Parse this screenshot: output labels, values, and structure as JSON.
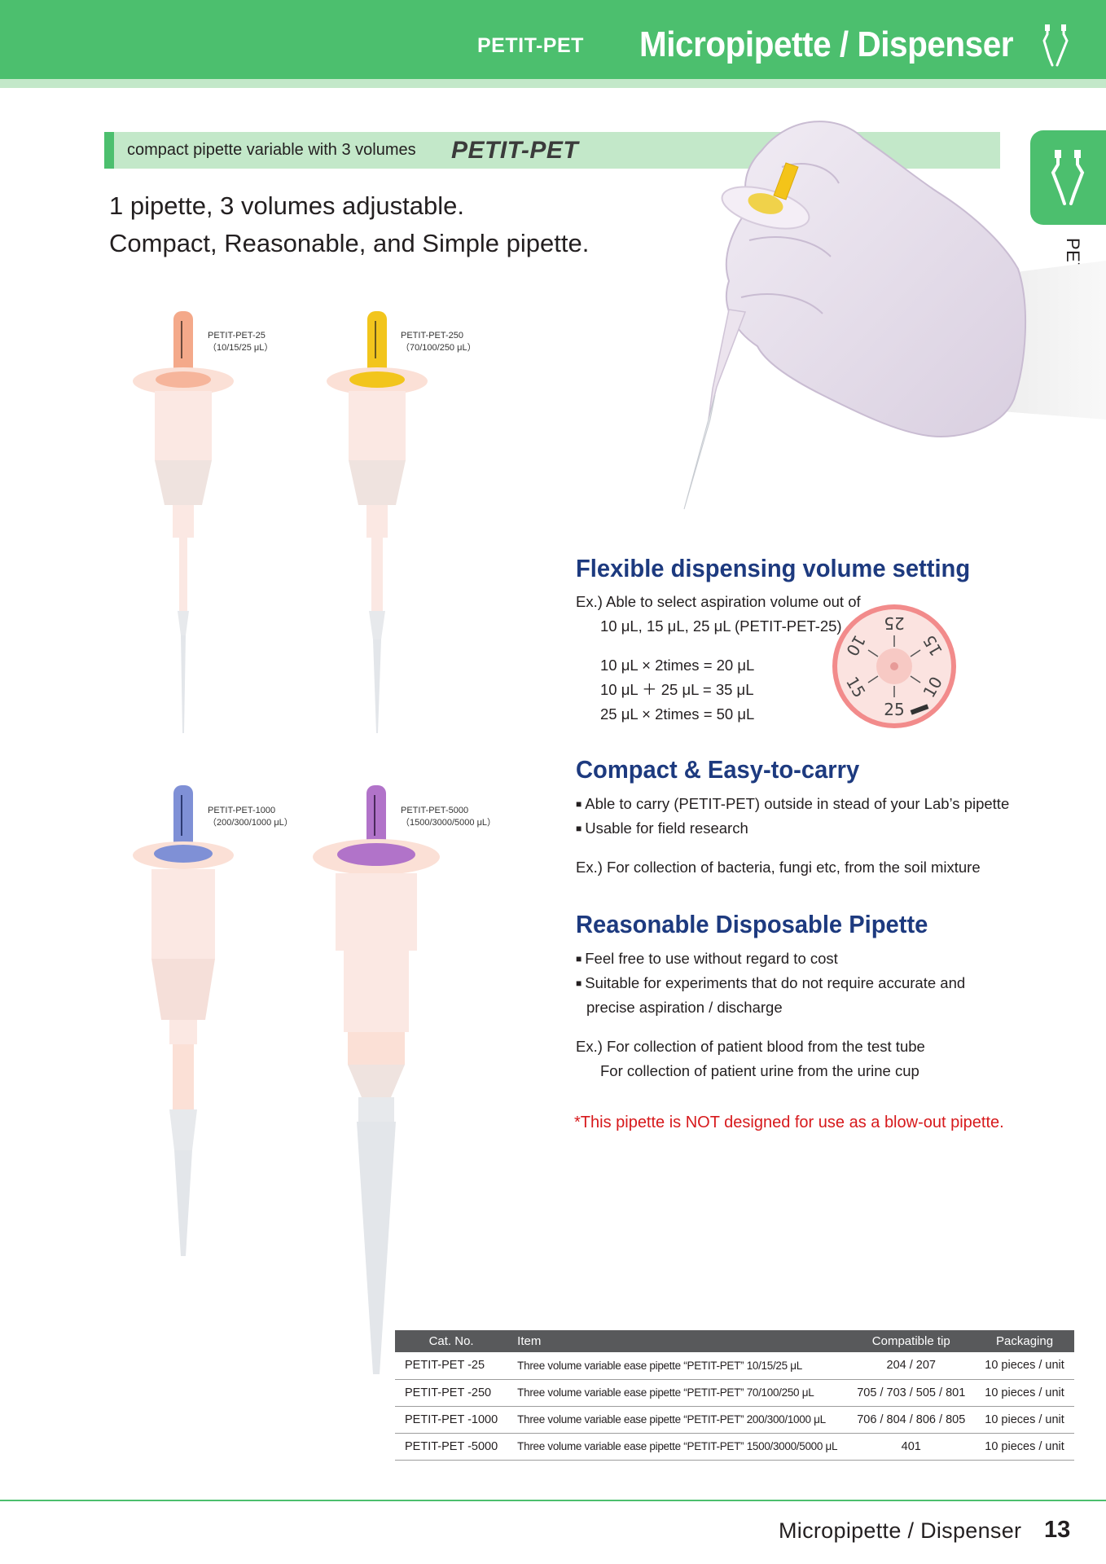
{
  "header": {
    "subtitle": "PETIT-PET",
    "title": "Micropipette / Dispenser",
    "icon": "pipette-icon",
    "bar_color": "#4cbf6e"
  },
  "side_tab": {
    "icon": "pipette-icon",
    "label": "PETIT-PET"
  },
  "intro": {
    "banner_text": "compact pipette variable with 3 volumes",
    "banner_name": "PETIT-PET",
    "headline_1": "1 pipette, 3 volumes adjustable.",
    "headline_2": "Compact, Reasonable, and Simple pipette."
  },
  "products": [
    {
      "name": "PETIT-PET-25",
      "volumes": "（10/15/25 μL）",
      "color": "#f4a98a"
    },
    {
      "name": "PETIT-PET-250",
      "volumes": "（70/100/250 μL）",
      "color": "#f2c51c"
    },
    {
      "name": "PETIT-PET-1000",
      "volumes": "（200/300/1000 μL）",
      "color": "#7f90d6"
    },
    {
      "name": "PETIT-PET-5000",
      "volumes": "（1500/3000/5000 μL）",
      "color": "#b173c9"
    }
  ],
  "dial": {
    "labels": [
      "25",
      "15",
      "10",
      "25",
      "15",
      "10"
    ],
    "color": "#f28b8b"
  },
  "sections": {
    "flexible": {
      "title": "Flexible dispensing volume setting",
      "ex_intro": "Ex.) Able to select aspiration volume out of",
      "ex_values": "10 μL, 15 μL, 25 μL (PETIT-PET-25)",
      "calc_1": "10 μL × 2times = 20 μL",
      "calc_2": "10 μL ＋ 25 μL   = 35 μL",
      "calc_3": "25 μL × 2times = 50 μL"
    },
    "compact": {
      "title": "Compact & Easy-to-carry",
      "bullet_1": "Able to carry (PETIT-PET) outside in stead of your Lab’s pipette",
      "bullet_2": "Usable for field research",
      "example": "Ex.) For collection of bacteria, fungi etc, from the soil mixture"
    },
    "reasonable": {
      "title": "Reasonable Disposable Pipette",
      "bullet_1": "Feel free to use without regard to cost",
      "bullet_2a": "Suitable for experiments that do not require accurate and",
      "bullet_2b": "precise aspiration / discharge",
      "example_1": "Ex.) For collection of patient blood from the test tube",
      "example_2": "For collection of patient urine from  the urine cup"
    },
    "warning": "*This pipette is NOT designed for use as a blow-out pipette.",
    "warning_color": "#d7191c"
  },
  "table": {
    "headers": [
      "Cat. No.",
      "Item",
      "Compatible tip",
      "Packaging"
    ],
    "rows": [
      {
        "cat": "PETIT-PET -25",
        "item": "Three volume variable ease pipette “PETIT-PET” 10/15/25 μL",
        "tip": "204 / 207",
        "pack": "10 pieces / unit"
      },
      {
        "cat": "PETIT-PET -250",
        "item": "Three volume variable ease pipette “PETIT-PET” 70/100/250 μL",
        "tip": "705 / 703 / 505 / 801",
        "pack": "10 pieces / unit"
      },
      {
        "cat": "PETIT-PET -1000",
        "item": "Three volume variable ease pipette “PETIT-PET” 200/300/1000 μL",
        "tip": "706 / 804 / 806 / 805",
        "pack": "10 pieces / unit"
      },
      {
        "cat": "PETIT-PET -5000",
        "item": "Three volume variable ease pipette “PETIT-PET” 1500/3000/5000 μL",
        "tip": "401",
        "pack": "10 pieces / unit"
      }
    ]
  },
  "footer": {
    "text": "Micropipette / Dispenser",
    "page": "13"
  }
}
